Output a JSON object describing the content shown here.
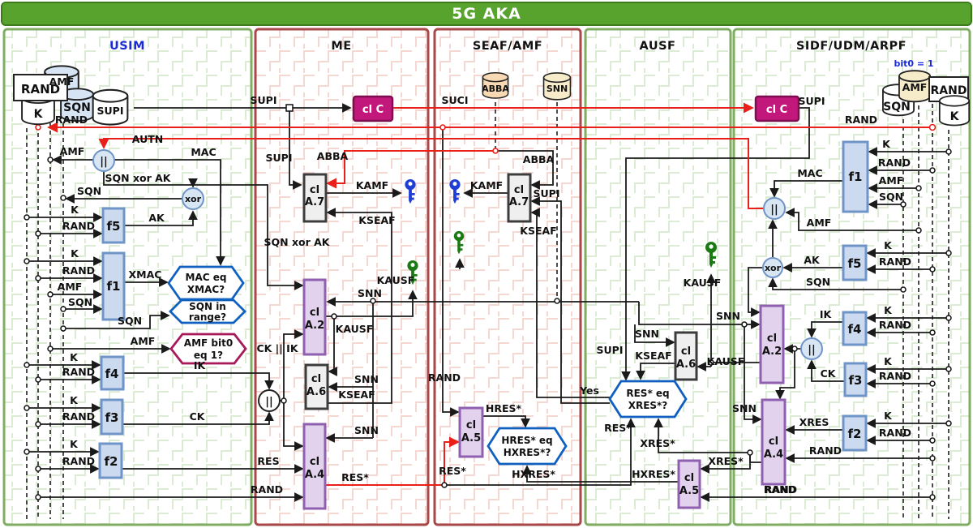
{
  "title": "5G AKA",
  "columns": [
    {
      "label": "USIM"
    },
    {
      "label": "ME"
    },
    {
      "label": "SEAF/AMF"
    },
    {
      "label": "AUSF"
    },
    {
      "label": "SIDF/UDM/ARPF"
    }
  ],
  "colors": {
    "title_bar": "#58a32e",
    "usim_header_text": "#1b2bd8",
    "green_panel_border": "#7fae63",
    "red_panel_border": "#a84848",
    "red_wire": "#e82019",
    "magenta_box": "#c2187c",
    "purple_box_border": "#8f5fb0",
    "gray_box_border": "#3c3c3c",
    "fbox_fill": "#ccdaf0",
    "blue_key": "#1f3ed6",
    "green_key": "#1c7a14",
    "decision_blue": "#1060c0",
    "decision_maroon": "#a8195a"
  },
  "L": {
    "K": "K",
    "RAND": "RAND",
    "AMF": "AMF",
    "SQN": "SQN",
    "SUPI": "SUPI",
    "SUCI": "SUCI",
    "AUTN": "AUTN",
    "MAC": "MAC",
    "XMAC": "XMAC",
    "SQNXAK": "SQN xor AK",
    "AK": "AK",
    "IK": "IK",
    "CK": "CK",
    "RES": "RES",
    "RESS": "RES*",
    "XRES": "XRES",
    "XRESS": "XRES*",
    "HRESS": "HRES*",
    "HXRESS": "HXRES*",
    "KAMF": "KAMF",
    "KSEAF": "KSEAF",
    "KAUSF": "KAUSF",
    "ABBA": "ABBA",
    "SNN": "SNN",
    "CKIK": "CK || IK",
    "CAT": "||",
    "XOR": "xor",
    "F1": "f1",
    "F2": "f2",
    "F3": "f3",
    "F4": "f4",
    "F5": "f5",
    "CL": "cl",
    "CLC": "cl C",
    "A2": "A.2",
    "A4": "A.4",
    "A5": "A.5",
    "A6": "A.6",
    "A7": "A.7",
    "BIT0": "bit0 = 1",
    "YES": "Yes",
    "H_MAC1": "MAC eq",
    "H_MAC2": "XMAC?",
    "H_SQN1": "SQN in",
    "H_SQN2": "range?",
    "H_AMF1": "AMF bit0",
    "H_AMF2": "eq 1?",
    "H_HRES1": "HRES* eq",
    "H_HRES2": "HXRES*?",
    "H_RES1": "RES* eq",
    "H_RES2": "XRES*?"
  }
}
